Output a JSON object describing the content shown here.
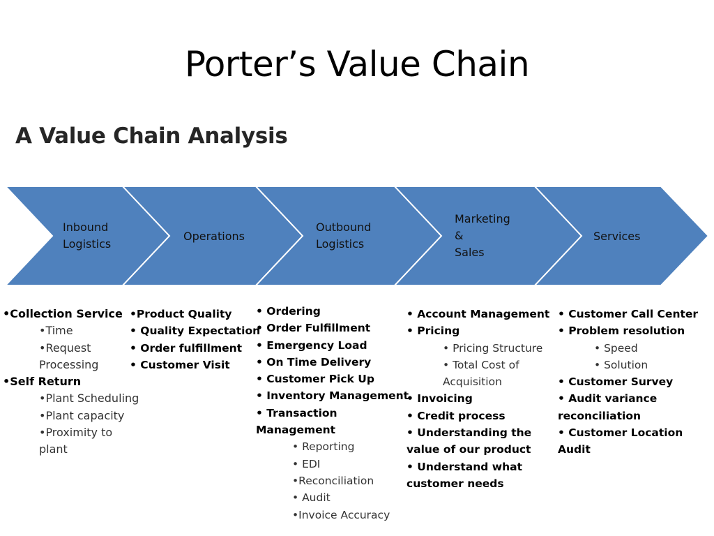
{
  "title": "Porter’s Value Chain",
  "subtitle": "A Value Chain Analysis",
  "colors": {
    "chevron_fill": "#4f81bd",
    "chevron_stroke": "#ffffff"
  },
  "chevrons": [
    {
      "label_lines": [
        "Inbound",
        "Logistics"
      ]
    },
    {
      "label_lines": [
        "Operations"
      ]
    },
    {
      "label_lines": [
        "Outbound",
        "Logistics"
      ]
    },
    {
      "label_lines": [
        "Marketing",
        "&",
        "Sales"
      ]
    },
    {
      "label_lines": [
        "Services"
      ]
    }
  ],
  "columns": {
    "inbound": {
      "collection_service": "•Collection Service",
      "time": "•Time",
      "request_processing_1": "•Request",
      "request_processing_2": "Processing",
      "self_return": "•Self Return",
      "plant_scheduling": "•Plant Scheduling",
      "plant_capacity": "•Plant capacity",
      "proximity_1": "•Proximity to",
      "proximity_2": "plant"
    },
    "operations": {
      "product_quality": "•Product Quality",
      "quality_expectation": "• Quality Expectation",
      "order_fulfillment": "• Order fulfillment",
      "customer_visit": "• Customer Visit"
    },
    "outbound": {
      "ordering": "• Ordering",
      "order_fulfillment": "• Order Fulfillment",
      "emergency_load": "• Emergency Load",
      "on_time_delivery": "• On Time Delivery",
      "customer_pick_up": "• Customer Pick Up",
      "inventory_management": "• Inventory Management",
      "transaction_1": "• Transaction",
      "transaction_2": "Management",
      "reporting": "• Reporting",
      "edi": "• EDI",
      "reconciliation": "•Reconciliation",
      "audit": "• Audit",
      "invoice_accuracy": "•Invoice Accuracy"
    },
    "marketing": {
      "account_management": "• Account Management",
      "pricing": "• Pricing",
      "pricing_structure": "• Pricing Structure",
      "total_cost_1": "• Total Cost of",
      "total_cost_2": "Acquisition",
      "invoicing": "• Invoicing",
      "credit_process": "• Credit process",
      "understanding_1": "• Understanding the",
      "understanding_2": "value of  our product",
      "understand_needs_1": "• Understand what",
      "understand_needs_2": "customer needs"
    },
    "services": {
      "call_center": "• Customer Call  Center",
      "problem_resolution": "• Problem resolution",
      "speed": "• Speed",
      "solution": "• Solution",
      "customer_survey": "• Customer Survey",
      "audit_variance_1": "•  Audit variance",
      "audit_variance_2": "reconciliation",
      "location_audit_1": "• Customer Location",
      "location_audit_2": "Audit"
    }
  }
}
